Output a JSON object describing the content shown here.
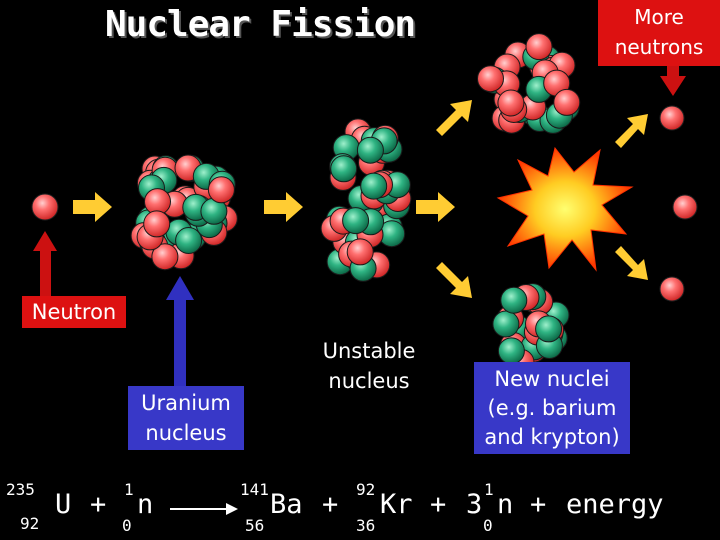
{
  "title": "Nuclear Fission",
  "labels": {
    "more_neutrons": [
      "More",
      "neutrons"
    ],
    "neutron": "Neutron",
    "uranium_nucleus": [
      "Uranium",
      "nucleus"
    ],
    "unstable_nucleus": [
      "Unstable",
      "nucleus"
    ],
    "new_nuclei": [
      "New nuclei",
      "(e.g. barium",
      "and krypton)"
    ]
  },
  "equation": {
    "uranium": {
      "mass": "235",
      "atomic": "92",
      "symbol": "U"
    },
    "plus1": "+",
    "neutron_in": {
      "mass": "1",
      "atomic": "0",
      "symbol": "n"
    },
    "barium": {
      "mass": "141",
      "atomic": "56",
      "symbol": "Ba"
    },
    "plus2": "+",
    "krypton": {
      "mass": "92",
      "atomic": "36",
      "symbol": "Kr"
    },
    "plus3": "+",
    "coefficient": "3",
    "neutron_out": {
      "mass": "1",
      "atomic": "0",
      "symbol": "n"
    },
    "plus4": "+",
    "energy": "energy"
  },
  "colors": {
    "background": "#000000",
    "proton": "#ff6666",
    "neutron_particle": "#2aaa7a",
    "arrow": "#ffcc33",
    "label_red": "#dd1111",
    "label_blue": "#3838c8",
    "explosion": "#ff8800",
    "pointer_red": "#cc1111",
    "pointer_blue": "#3030c0"
  }
}
